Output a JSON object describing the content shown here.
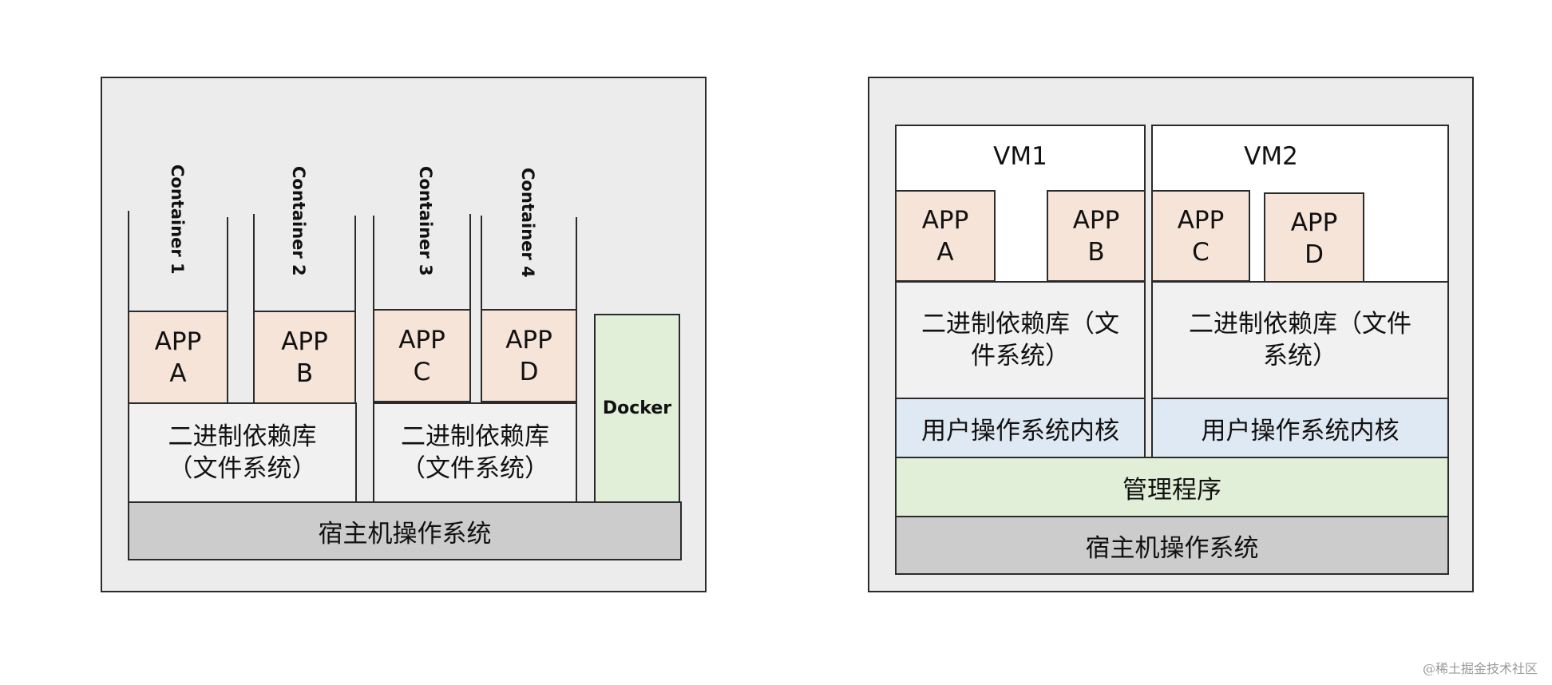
{
  "docker_panel": {
    "containers": [
      {
        "label": "Container 1",
        "app_line1": "APP",
        "app_line2": "A"
      },
      {
        "label": "Container 2",
        "app_line1": "APP",
        "app_line2": "B"
      },
      {
        "label": "Container 3",
        "app_line1": "APP",
        "app_line2": "C"
      },
      {
        "label": "Container 4",
        "app_line1": "APP",
        "app_line2": "D"
      }
    ],
    "libs": [
      {
        "line1": "二进制依赖库",
        "line2": "（文件系统）"
      },
      {
        "line1": "二进制依赖库",
        "line2": "（文件系统）"
      }
    ],
    "docker_label": "Docker",
    "host_os": "宿主机操作系统"
  },
  "vm_panel": {
    "vms": [
      {
        "title": "VM1",
        "apps": [
          {
            "line1": "APP",
            "line2": "A"
          },
          {
            "line1": "APP",
            "line2": "B"
          }
        ],
        "lib_line1": "二进制依赖库（文",
        "lib_line2": "件系统）",
        "kernel": "用户操作系统内核"
      },
      {
        "title": "VM2",
        "apps": [
          {
            "line1": "APP",
            "line2": "C"
          },
          {
            "line1": "APP",
            "line2": "D"
          }
        ],
        "lib_line1": "二进制依赖库（文件",
        "lib_line2": "系统）",
        "kernel": "用户操作系统内核"
      }
    ],
    "hypervisor": "管理程序",
    "host_os": "宿主机操作系统"
  },
  "watermark": "@稀土掘金技术社区"
}
